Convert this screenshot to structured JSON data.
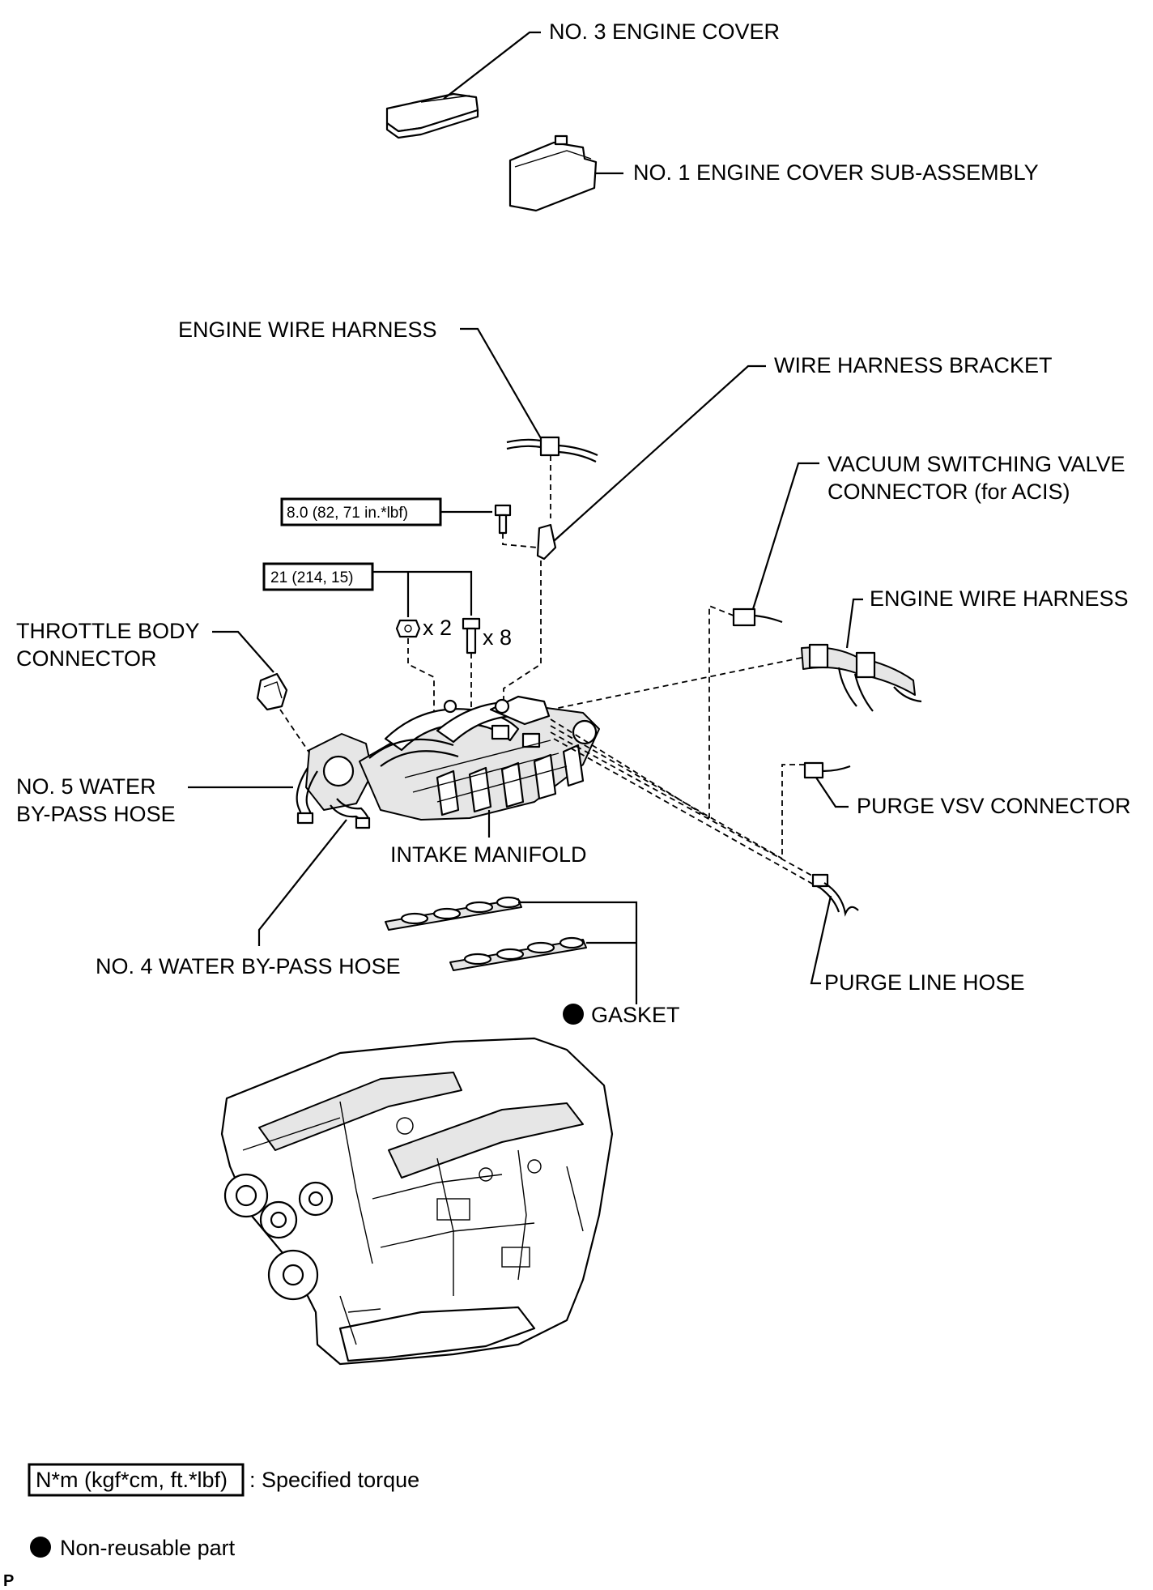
{
  "labels": {
    "no3_engine_cover": "NO. 3 ENGINE COVER",
    "no1_engine_cover": "NO. 1 ENGINE COVER SUB-ASSEMBLY",
    "engine_wire_harness_top": "ENGINE WIRE HARNESS",
    "wire_harness_bracket": "WIRE HARNESS BRACKET",
    "vsv_connector_line1": "VACUUM SWITCHING VALVE",
    "vsv_connector_line2": "CONNECTOR (for ACIS)",
    "engine_wire_harness_right": "ENGINE WIRE HARNESS",
    "throttle_body_line1": "THROTTLE BODY",
    "throttle_body_line2": "CONNECTOR",
    "no5_hose_line1": "NO. 5 WATER",
    "no5_hose_line2": "BY-PASS HOSE",
    "purge_vsv_connector": "PURGE VSV CONNECTOR",
    "intake_manifold": "INTAKE MANIFOLD",
    "no4_hose": "NO. 4 WATER BY-PASS HOSE",
    "purge_line_hose": "PURGE LINE HOSE",
    "gasket": "GASKET"
  },
  "torque": {
    "bracket_bolt": "8.0 (82, 71 in.*lbf)",
    "manifold_bolts": "21 (214, 15)",
    "qty_nuts": "x 2",
    "qty_bolts": "x 8"
  },
  "legend": {
    "torque_box": "N*m (kgf*cm, ft.*lbf)",
    "torque_desc": ": Specified torque",
    "nonreusable_desc": "Non-reusable part"
  },
  "corner_mark": "P"
}
